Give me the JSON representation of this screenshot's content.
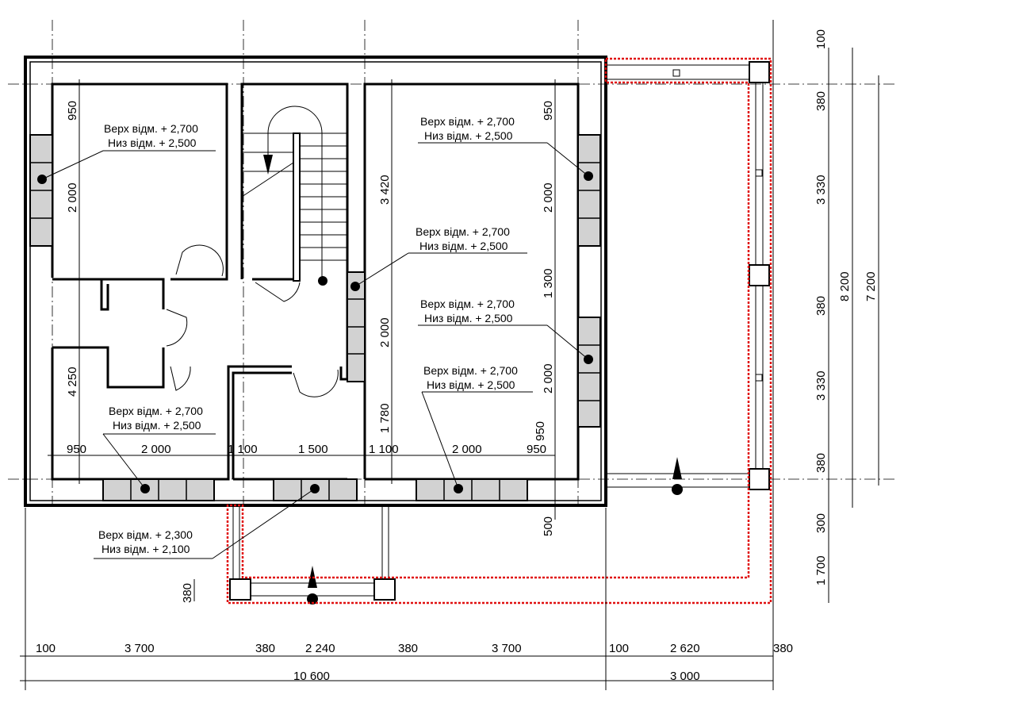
{
  "colors": {
    "lines": "#000000",
    "glass": "#d2d2d2",
    "boundary": "#e01010"
  },
  "annotations": {
    "a1_top": "Верх відм. + 2,700",
    "a1_bot": "Низ відм. + 2,500",
    "a2_top": "Верх відм. + 2,700",
    "a2_bot": "Низ відм. + 2,500",
    "a3_top": "Верх відм. + 2,700",
    "a3_bot": "Низ відм. + 2,500",
    "a4_top": "Верх відм. + 2,700",
    "a4_bot": "Низ відм. + 2,500",
    "a5_top": "Верх відм. + 2,700",
    "a5_bot": "Низ відм. + 2,500",
    "a6_top": "Верх відм. + 2,700",
    "a6_bot": "Низ відм. + 2,500",
    "a7_top": "Верх відм. + 2,300",
    "a7_bot": "Низ відм. + 2,100"
  },
  "dims": {
    "bottom_row1": [
      "100",
      "3 700",
      "380",
      "2 240",
      "380",
      "3 700",
      "100",
      "2 620",
      "380"
    ],
    "bottom_total_main": "10 600",
    "bottom_total_veranda": "3 000",
    "interior_row": [
      "950",
      "2 000",
      "1 100",
      "1 500",
      "1 100",
      "2 000",
      "950"
    ],
    "left_room_v": [
      "950",
      "2 000",
      "4 250"
    ],
    "center_v": [
      "3 420",
      "2 000",
      "1 780"
    ],
    "right_v": [
      "950",
      "2 000",
      "1 300",
      "2 000",
      "950",
      "500"
    ],
    "right_chain": [
      "100",
      "380",
      "3 330",
      "380",
      "3 330",
      "380",
      "300",
      "1 700"
    ],
    "right_totals": [
      "8 200",
      "7 200"
    ],
    "porch_v": "380"
  }
}
